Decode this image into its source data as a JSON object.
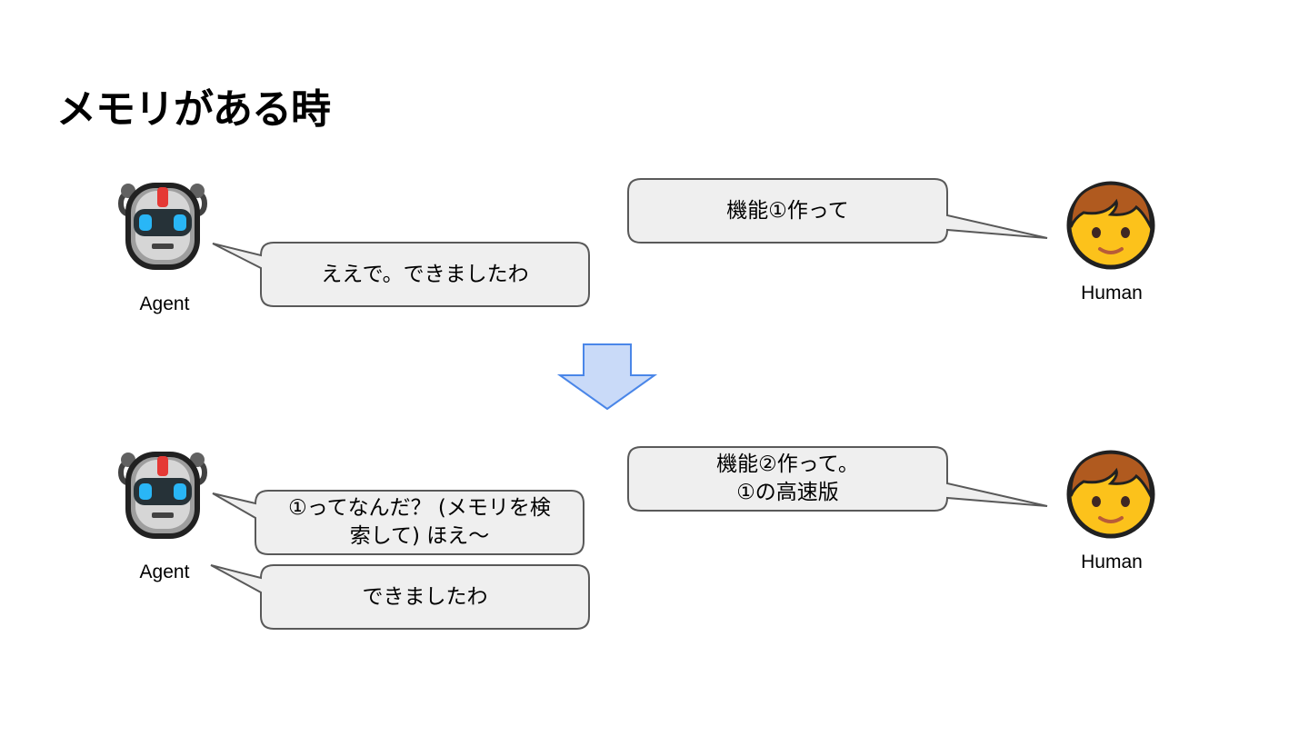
{
  "title": "メモリがある時",
  "top_scene": {
    "agent_label": "Agent",
    "human_label": "Human",
    "human_message": "機能①作って",
    "agent_message": "ええで。できましたわ"
  },
  "bottom_scene": {
    "agent_label": "Agent",
    "human_label": "Human",
    "human_message": "機能②作って。\n①の高速版",
    "agent_message_1": "①ってなんだ？ (メモリを検\n索して) ほえ〜",
    "agent_message_2": "できましたわ"
  },
  "icons": {
    "agent": "robot-icon",
    "human": "boy-face-icon",
    "transition": "down-arrow-icon"
  },
  "colors": {
    "bubble_fill": "#efefef",
    "bubble_stroke": "#595959",
    "arrow_fill": "#c9daf8",
    "arrow_stroke": "#4a86e8",
    "face_skin": "#fcc21b",
    "hair": "#b05a1f",
    "robot_body": "#bdbdbd"
  }
}
